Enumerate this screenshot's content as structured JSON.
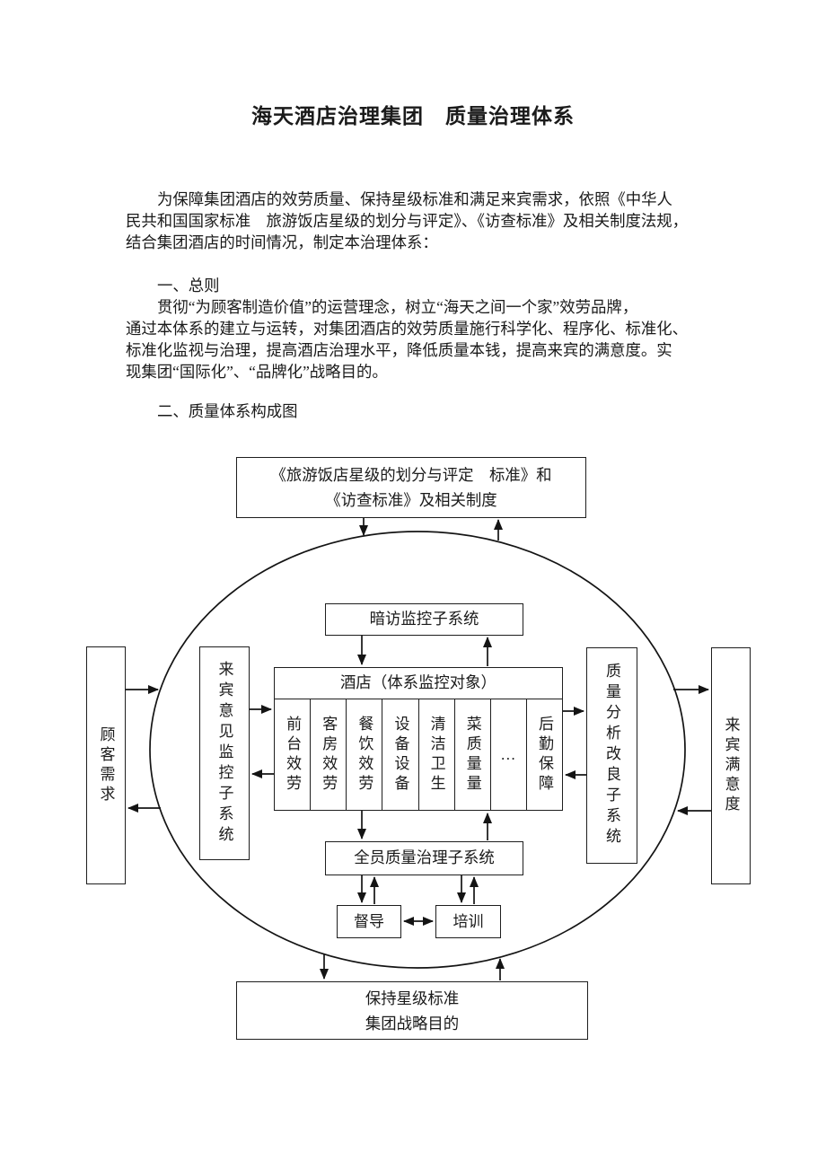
{
  "document": {
    "title": "海天酒店治理集团　质量治理体系",
    "intro": {
      "lines": [
        "为保障集团酒店的效劳质量、保持星级标准和满足来宾需求，依照《中华人",
        "民共和国国家标准　旅游饭店星级的划分与评定》、《访查标准》及相关制度法规，",
        "结合集团酒店的时间情况，制定本治理体系："
      ]
    },
    "section1": {
      "heading": "一、总则",
      "lines": [
        "贯彻“为顾客制造价值”的运营理念，树立“海天之间一个家”效劳品牌，",
        "通过本体系的建立与运转，对集团酒店的效劳质量施行科学化、程序化、标准化、",
        "标准化监视与治理，提高酒店治理水平，降低质量本钱，提高来宾的满意度。实",
        "现集团“国际化”、“品牌化”战略目的。"
      ]
    },
    "section2": {
      "heading": "二、质量体系构成图"
    }
  },
  "diagram": {
    "standards_box": {
      "line1": "《旅游饭店星级的划分与评定　标准》和",
      "line2": "《访查标准》及相关制度"
    },
    "secret_visit": "暗访监控子系统",
    "hotel": {
      "header": "酒店（体系监控对象）",
      "columns": [
        "前台效劳",
        "客房效劳",
        "餐饮效劳",
        "设备设备",
        "清洁卫生",
        "菜质量量",
        "…",
        "后勤保障"
      ]
    },
    "customer_needs": "顾客需求",
    "guest_opinion": "来宾意见监控子系统",
    "quality_analysis": "质量分析改良子系统",
    "guest_satisfaction": "来宾满意度",
    "total_quality": "全员质量治理子系统",
    "supervision": "督导",
    "training": "培训",
    "goal_box": {
      "line1": "保持星级标准",
      "line2": "集团战略目的"
    },
    "colors": {
      "ink": "#1a1a1a",
      "background": "#ffffff"
    }
  }
}
